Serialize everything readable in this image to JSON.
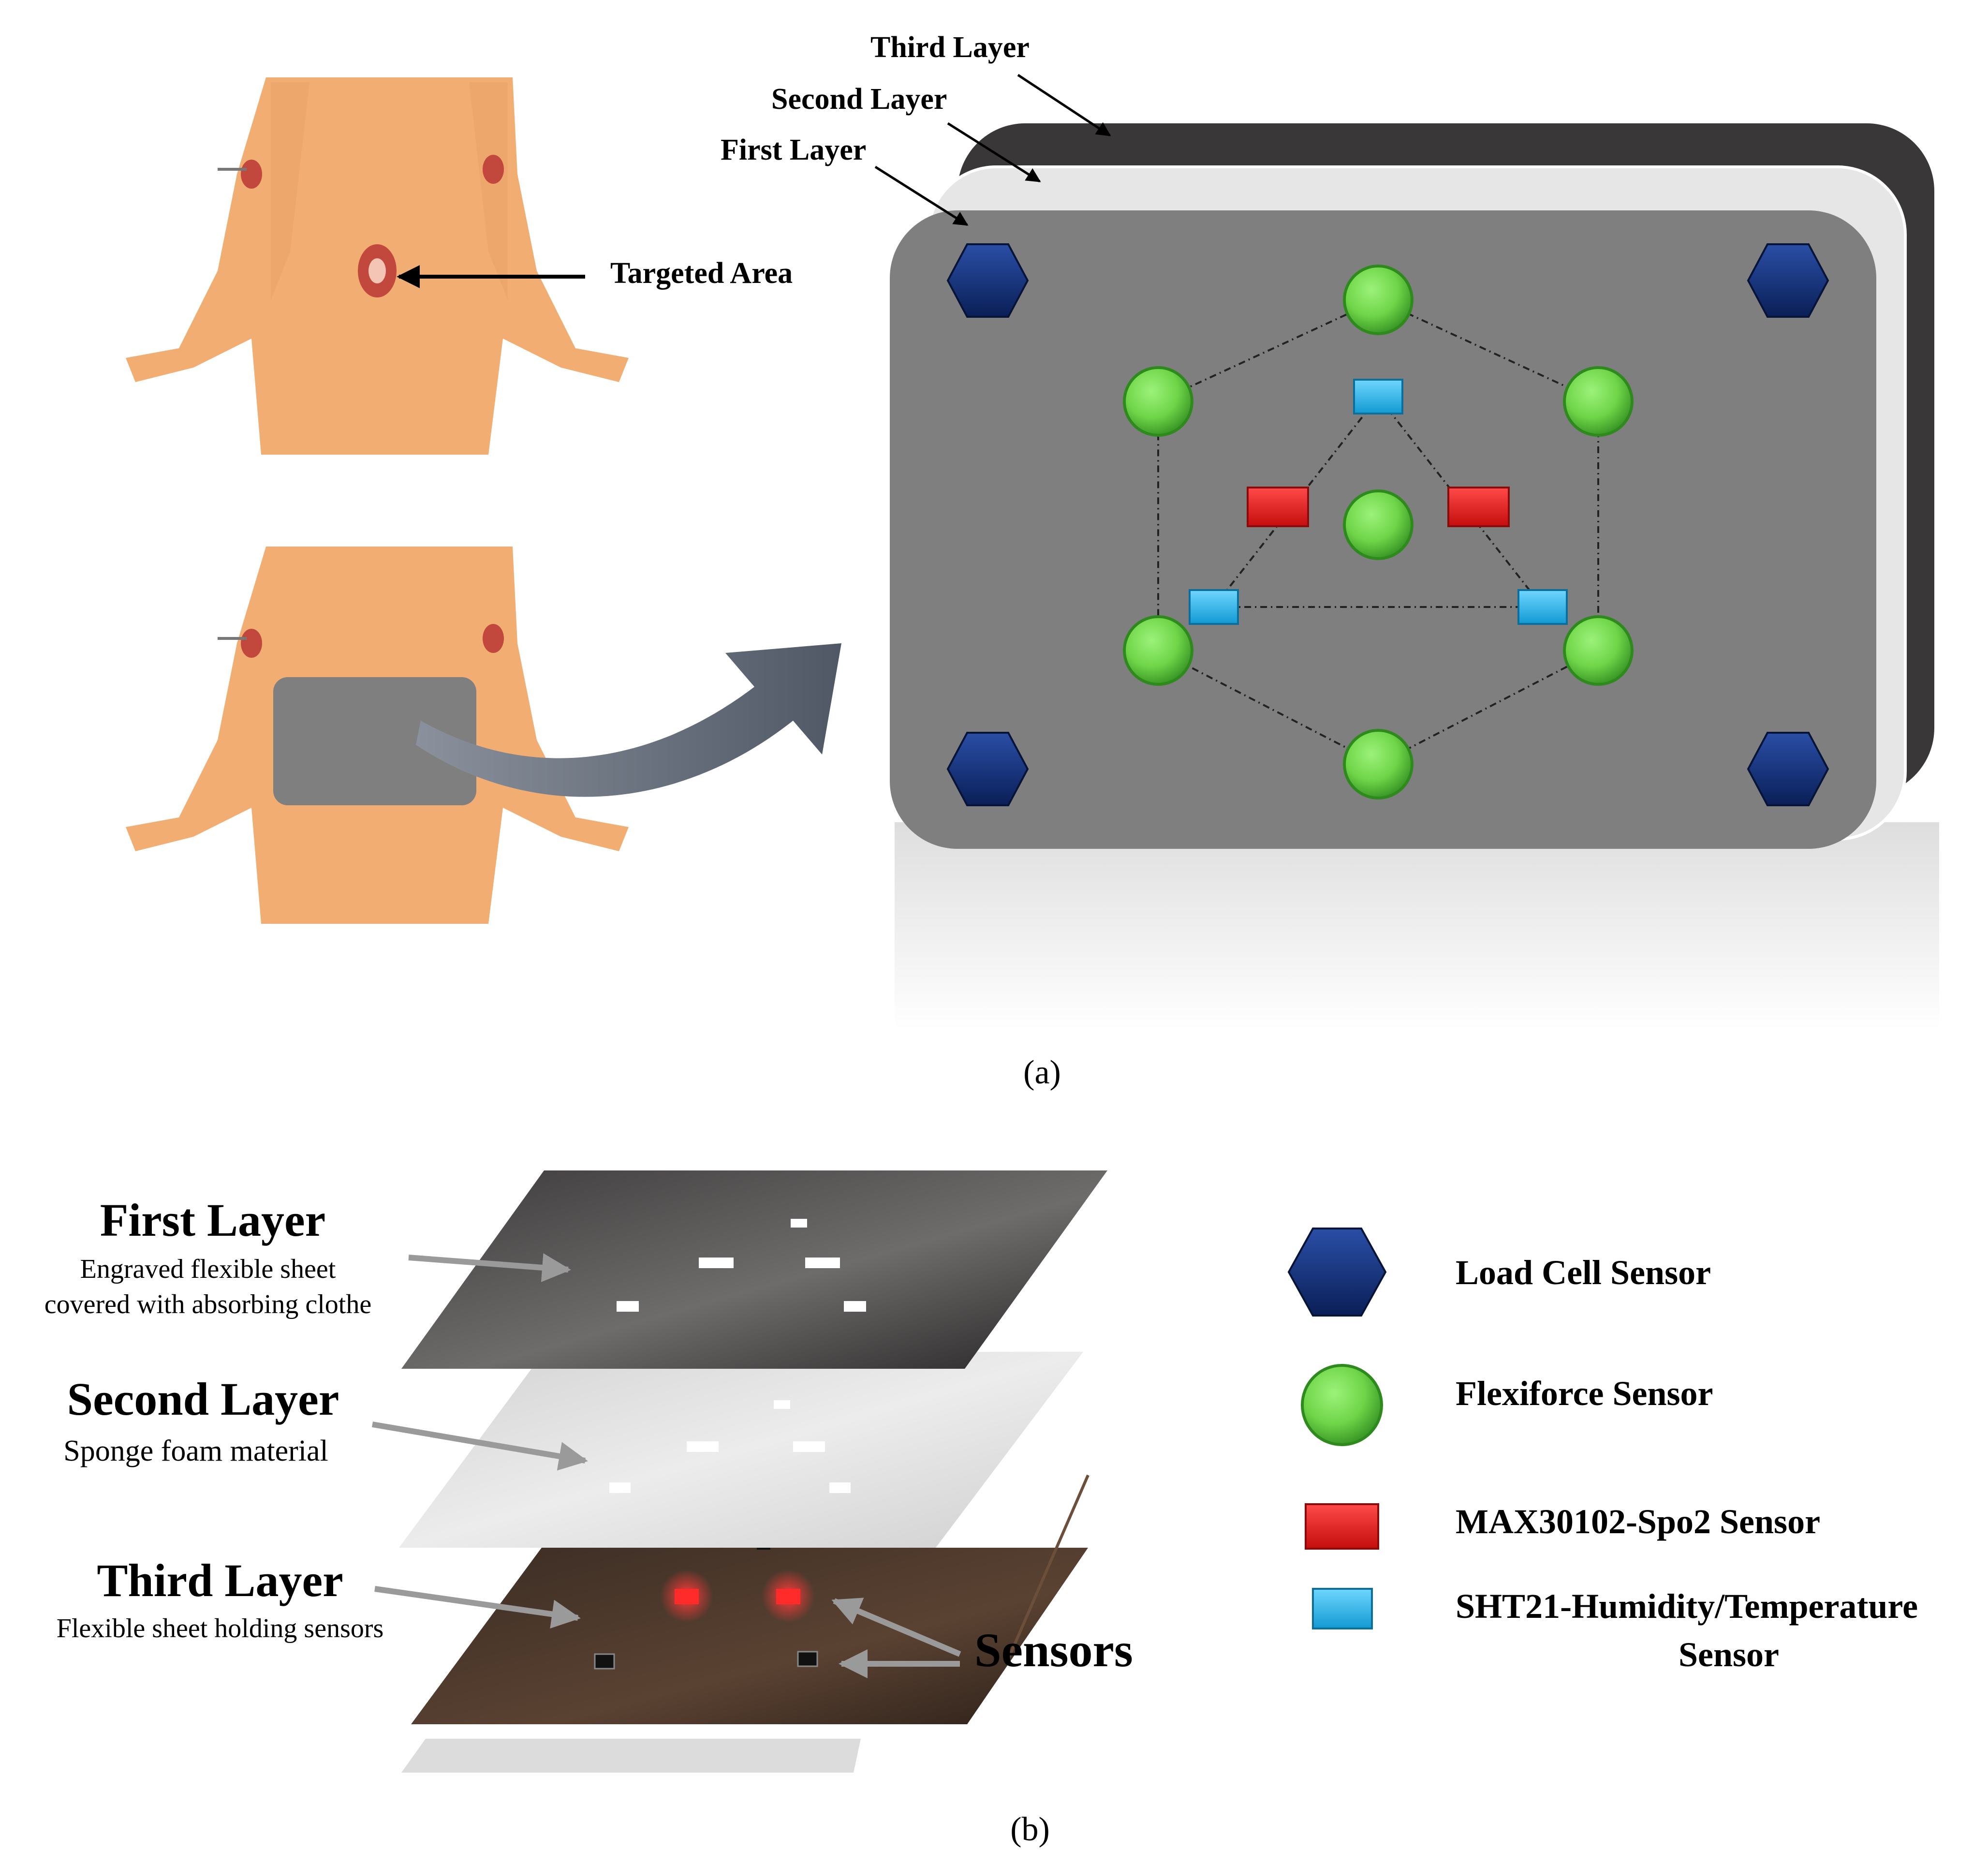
{
  "colors": {
    "skin": "#f2ae72",
    "skin_shadow": "#e08f55",
    "wound": "#c2473d",
    "pad_gray": "#7f7f7f",
    "layer_white": "#e6e6e6",
    "layer_dark": "#3a3738",
    "load_cell": "#0f2b73",
    "flexiforce": "#6fd548",
    "spo2": "#e41b1b",
    "sht21": "#2ab2e6",
    "arrow": "#5b6473"
  },
  "panel_a": {
    "targeted_area_label": "Targeted Area",
    "third_layer_label": "Third Layer",
    "second_layer_label": "Second Layer",
    "first_layer_label": "First Layer",
    "caption": "(a)"
  },
  "panel_b": {
    "first_layer_title": "First Layer",
    "first_layer_desc_1": "Engraved flexible sheet",
    "first_layer_desc_2": "covered with absorbing clothe",
    "second_layer_title": "Second Layer",
    "second_layer_desc": "Sponge foam material",
    "third_layer_title": "Third Layer",
    "third_layer_desc": "Flexible sheet holding sensors",
    "sensors_label": "Sensors",
    "caption": "(b)"
  },
  "legend": {
    "load_cell": "Load Cell Sensor",
    "flexiforce": "Flexiforce Sensor",
    "spo2": "MAX30102-Spo2 Sensor",
    "sht21_line1": "SHT21-Humidity/Temperature",
    "sht21_line2": "Sensor"
  }
}
